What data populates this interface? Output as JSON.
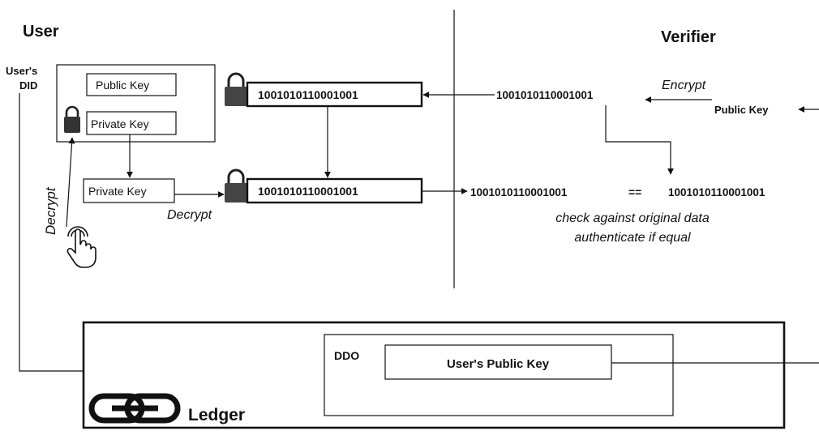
{
  "left_heading": "User",
  "right_heading": "Verifier",
  "did_label_line1": "User's",
  "did_label_line2": "DID",
  "keys": {
    "public_key": "Public Key",
    "private_key": "Private Key",
    "private_key_copy": "Private Key"
  },
  "binary_values": {
    "encrypted_top": "1001010110001001",
    "decrypted_bottom": "1001010110001001",
    "verifier_encrypted": "1001010110001001",
    "compare_left": "1001010110001001",
    "compare_op": "==",
    "compare_right": "1001010110001001"
  },
  "actions": {
    "decrypt_vertical": "Decrypt",
    "decrypt_horizontal": "Decrypt",
    "encrypt": "Encrypt",
    "verifier_public_key": "Public Key"
  },
  "notes": {
    "line1": "check against original data",
    "line2": "authenticate if equal"
  },
  "ledger": {
    "label": "Ledger",
    "ddo_label": "DDO",
    "ddo_public_key": "User's Public Key"
  }
}
